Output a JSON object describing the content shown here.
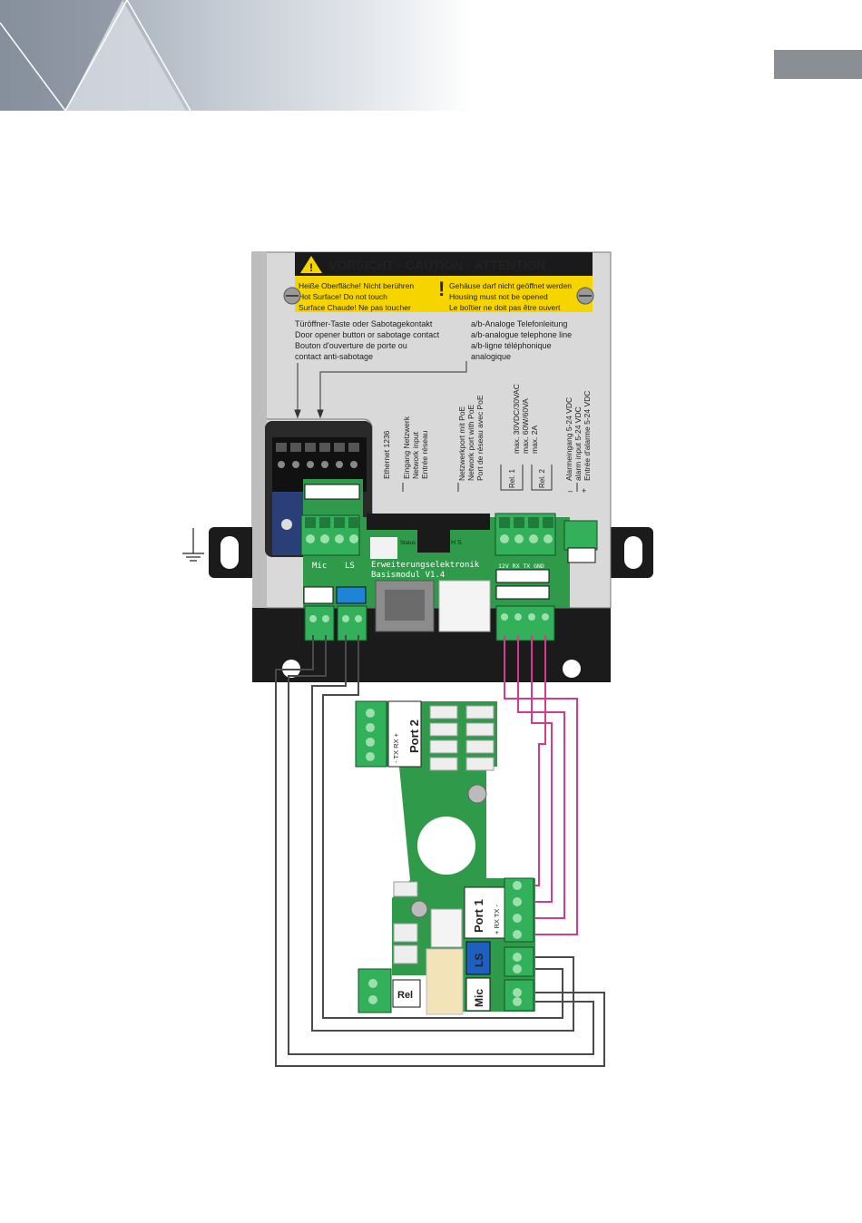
{
  "caution": {
    "title": "VORSICHT · CAUTION · ATTENTION",
    "left_lines": [
      "Heiße Oberfläche! Nicht berühren",
      "Hot Surface! Do not touch",
      "Surface Chaude! Ne pas toucher"
    ],
    "right_lines": [
      "Gehäuse darf nicht geöffnet werden",
      "Housing must not be opened",
      "Le boîtier ne doit pas être ouvert"
    ]
  },
  "labels": {
    "door_opener": [
      "Türöffner-Taste oder Sabotagekontakt",
      "Door opener button or sabotage contact",
      "Bouton d'ouverture de porte ou",
      "contact anti-sabotage"
    ],
    "analog_line": [
      "a/b-Analoge Telefonleitung",
      "a/b-analogue telephone line",
      "a/b-ligne téléphonique",
      "analogique"
    ],
    "ethernet": "Ethernet 1236",
    "network_input": [
      "Eingang Netzwerk",
      "Network input",
      "Entrée réseau"
    ],
    "poe_port": [
      "Netzwerkport mit PoE",
      "Network port with PoE",
      "Port de réseau avec PoE"
    ],
    "relay_specs": [
      "max. 30VDC/30VAC",
      "max. 60W/60VA",
      "max. 2A"
    ],
    "rel1": "Rel. 1",
    "rel2": "Rel. 2",
    "alarm_input": [
      "Alarmeingang 5-24 VDC",
      "alarm input 5-24 VDC",
      "Entrée d'alarme 5-24 VDC"
    ],
    "minus": "–",
    "plus": "+",
    "status": "Status",
    "hs": "H S",
    "board_name": [
      "Erweiterungselektronik",
      "Basismodul V1.4"
    ],
    "mic_small": "Mic",
    "ls_small": "LS",
    "serial_pins": "12V RX TX GND"
  },
  "lower_board": {
    "port2": "Port 2",
    "port2_pins": "- TX RX +",
    "port1": "Port 1",
    "port1_pins": "+ RX TX -",
    "ls": "LS",
    "mic": "Mic",
    "rel": "Rel"
  },
  "colors": {
    "header_gradient_start": "#9aa3ad",
    "caution_yellow": "#f5d400",
    "pcb_green": "#2f9a4a",
    "terminal_green": "#32b05a",
    "housing_gray": "#d9d9d9",
    "housing_dark": "#1b1b1b",
    "wire_gray": "#555555",
    "wire_magenta": "#d63a8e",
    "tab_gray": "#8a8f95"
  },
  "icons": [
    "ground-icon",
    "warning-triangle-icon",
    "exclamation-icon",
    "screw-icon",
    "rj45-port-icon"
  ]
}
